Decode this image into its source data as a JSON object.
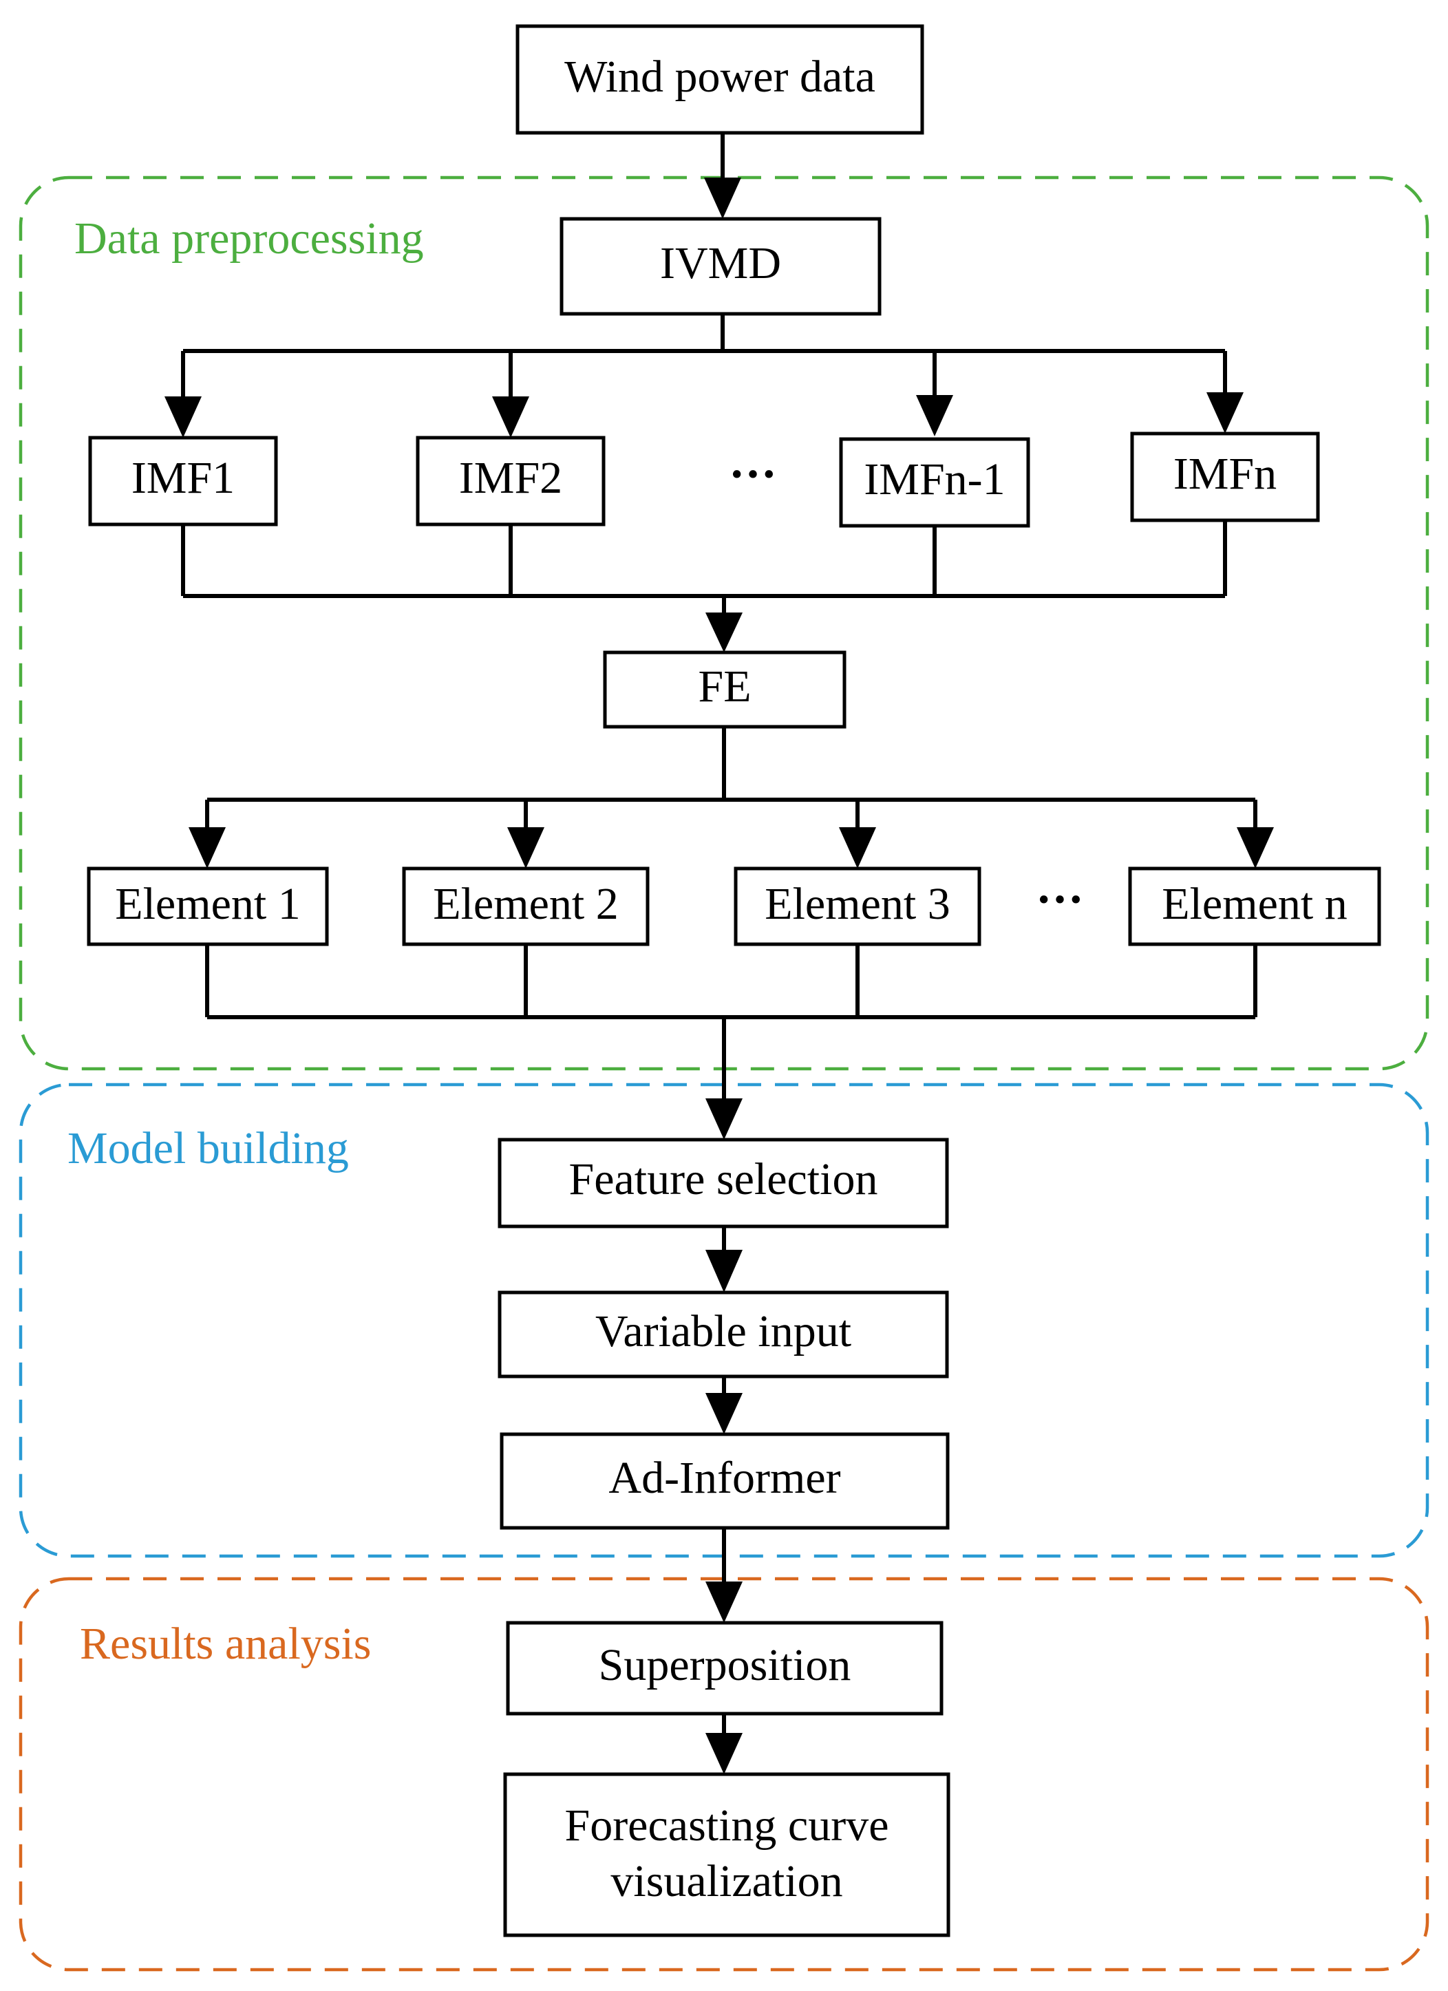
{
  "colors": {
    "preprocessing": "#4cae3f",
    "model": "#2a9bd4",
    "results": "#d9681f",
    "line": "#000000"
  },
  "groups": {
    "preprocessing": {
      "title": "Data preprocessing"
    },
    "model": {
      "title": "Model building"
    },
    "results": {
      "title": "Results analysis"
    }
  },
  "nodes": {
    "wind_power_data": "Wind power data",
    "ivmd": "IVMD",
    "imf1": "IMF1",
    "imf2": "IMF2",
    "imf_dots": "···",
    "imfn_1": "IMFn-1",
    "imfn": "IMFn",
    "fe": "FE",
    "element1": "Element 1",
    "element2": "Element 2",
    "element3": "Element 3",
    "element_dots": "···",
    "elementn": "Element n",
    "feature_selection": "Feature selection",
    "variable_input": "Variable input",
    "ad_informer": "Ad-Informer",
    "superposition": "Superposition",
    "forecasting_line1": "Forecasting curve",
    "forecasting_line2": "visualization"
  }
}
